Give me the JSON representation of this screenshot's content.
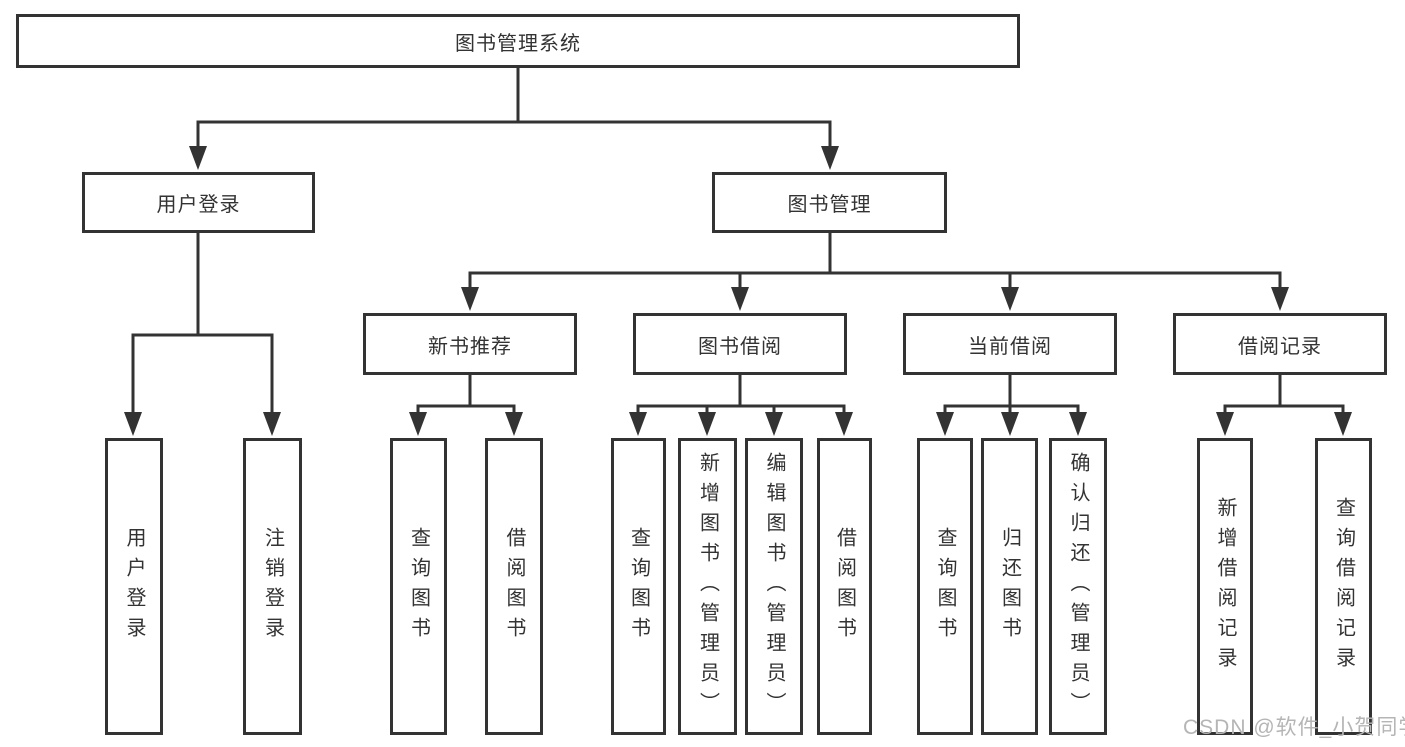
{
  "diagram": {
    "root": "图书管理系统",
    "user_branch": {
      "label": "用户登录",
      "children": [
        "用户登录",
        "注销登录"
      ]
    },
    "book_branch": {
      "label": "图书管理",
      "groups": [
        {
          "label": "新书推荐",
          "children": [
            "查询图书",
            "借阅图书"
          ]
        },
        {
          "label": "图书借阅",
          "children": [
            "查询图书",
            "新增图书（管理员）",
            "编辑图书（管理员）",
            "借阅图书"
          ]
        },
        {
          "label": "当前借阅",
          "children": [
            "查询图书",
            "归还图书",
            "确认归还（管理员）"
          ]
        },
        {
          "label": "借阅记录",
          "children": [
            "新增借阅记录",
            "查询借阅记录"
          ]
        }
      ]
    }
  },
  "watermark": "CSDN @软件_小贺同学",
  "colors": {
    "line": "#333333",
    "text": "#333333",
    "watermark": "#b5b5b5",
    "background": "#ffffff"
  }
}
